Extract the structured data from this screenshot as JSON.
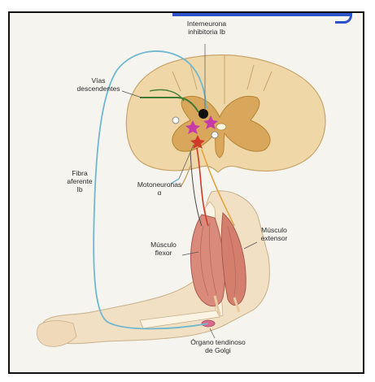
{
  "labels": {
    "interneurona": "Interneurona\ninhibitoria Ib",
    "vias": "Vías\ndescendentes",
    "fibra": "Fibra\naferente\nIb",
    "motoneuronas": "Motoneuronas\nα",
    "flexor": "Músculo\nflexor",
    "extensor": "Músculo\nextensor",
    "golgi": "Órgano tendinoso\nde Golgi"
  },
  "colors": {
    "white_matter": "#efd7a8",
    "gray_matter": "#d9a75c",
    "skin": "#f1e0c3",
    "muscle": "#d98a7a",
    "afferent": "#6fb8cf",
    "descending": "#3f7a34",
    "motor_red": "#d03a2a",
    "motor_orange": "#e3a341",
    "interneuron_magenta": "#c83aa8",
    "frame_accent": "#2c52c9"
  }
}
